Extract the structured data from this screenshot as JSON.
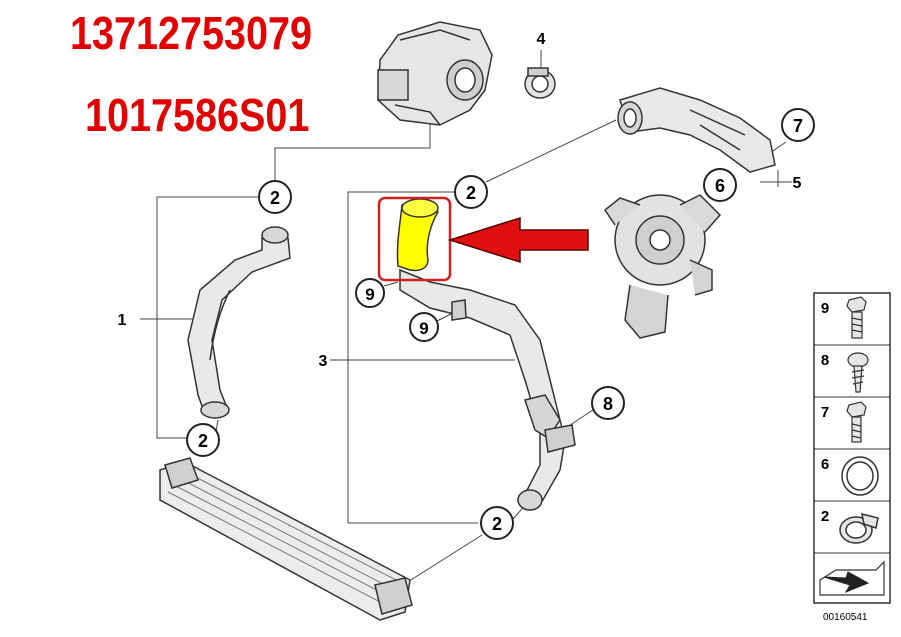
{
  "part_numbers": [
    "13712753079",
    "1017586S01"
  ],
  "callouts": {
    "c1": "1",
    "c2a": "2",
    "c2b": "2",
    "c2c": "2",
    "c2d": "2",
    "c3": "3",
    "c4": "4",
    "c5": "5",
    "c6": "6",
    "c7": "7",
    "c8": "8",
    "c9a": "9",
    "c9b": "9"
  },
  "legend": [
    {
      "number": "9",
      "icon": "hex-bolt-washer-icon"
    },
    {
      "number": "8",
      "icon": "flange-screw-icon"
    },
    {
      "number": "7",
      "icon": "hex-bolt-icon"
    },
    {
      "number": "6",
      "icon": "o-ring-icon"
    },
    {
      "number": "2",
      "icon": "hose-clamp-icon"
    }
  ],
  "reference_number": "00160541",
  "colors": {
    "part_number": "#e00000",
    "highlight_fill": "#ffff00",
    "highlight_box": "#d02020",
    "arrow_fill": "#e01010"
  }
}
